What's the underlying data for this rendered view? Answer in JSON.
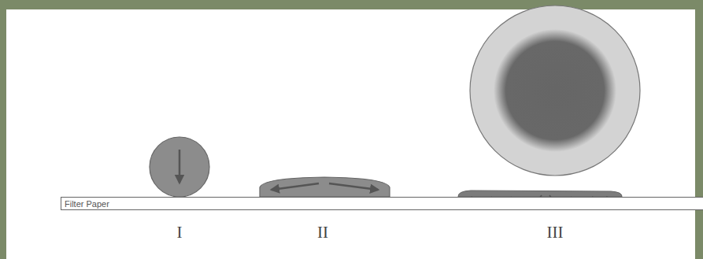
{
  "diagram": {
    "nodes": [
      {
        "text": [
          "Filter Paper"
        ]
      }
    ],
    "labels": [
      "I",
      "II",
      "III"
    ]
  }
}
